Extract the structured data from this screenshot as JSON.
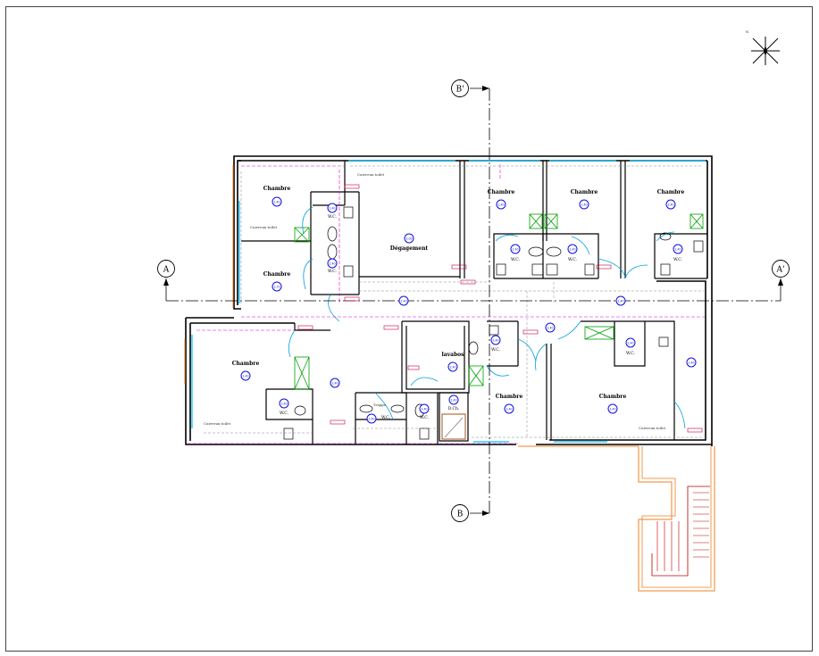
{
  "rooms": {
    "chambre": "Chambre",
    "wc": "W.C.",
    "degagement": "Dégagement",
    "lavabos": "lavabos",
    "dch": "D.Ch.",
    "trappe": "Trappe"
  },
  "notes": {
    "cuivreux_toilet": "Cuivreux toilet",
    "cuivreux_toilet_2": "Cuivreux toilet"
  },
  "areas": {
    "r1": "2,40",
    "r2": "2,70",
    "wc1": "2,40",
    "wc2": "2,40",
    "deg": "2,00",
    "r3": "2,40",
    "r4": "2,40",
    "r5": "2,40",
    "wc3": "2,40",
    "wc4": "2,40",
    "wc5": "2,40",
    "r6": "2,40",
    "wc6": "2,40",
    "lav": "2,40",
    "hall": "2,40",
    "wc7": "2,40",
    "wc8": "2,40",
    "dch": "2,40",
    "r7": "2,40",
    "r8": "2,40",
    "wc9": "2,40",
    "r9": "2,40",
    "c1": "2,40",
    "c2": "2,40"
  },
  "section_marks": {
    "a": "A",
    "a_prime": "A'",
    "b": "B",
    "b_prime": "B'"
  },
  "north": "N",
  "colors": {
    "walls": "#000000",
    "dimensions": "#e000e0",
    "badges": "#1010e0",
    "openings": "#00bfff",
    "sanitary": "#00a000",
    "stairs_outer": "#f08020",
    "stairs_inner": "#c00000",
    "levels": "#c00040"
  }
}
